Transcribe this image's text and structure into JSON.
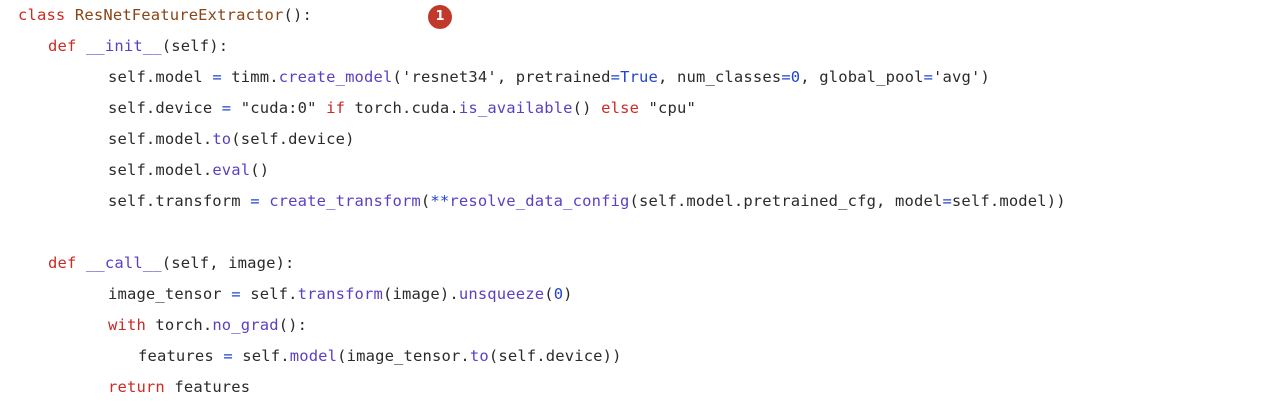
{
  "code": {
    "language": "python",
    "background_color": "#ffffff",
    "colors": {
      "plain": "#2b2b2b",
      "keyword": "#cc2a22",
      "class_name": "#8b4513",
      "function": "#5b3fc4",
      "operator": "#2244cc",
      "number": "#2244cc",
      "boolean": "#2244cc",
      "string": "#2b2b2b",
      "badge": "#c0392b"
    },
    "lines": [
      {
        "indent": 0,
        "text": "class ResNetFeatureExtractor():"
      },
      {
        "indent": 1,
        "text": "def __init__(self):"
      },
      {
        "indent": 2,
        "text": "self.model = timm.create_model('resnet34', pretrained=True, num_classes=0, global_pool='avg')"
      },
      {
        "indent": 2,
        "text": "self.device = \"cuda:0\" if torch.cuda.is_available() else \"cpu\""
      },
      {
        "indent": 2,
        "text": "self.model.to(self.device)"
      },
      {
        "indent": 2,
        "text": "self.model.eval()"
      },
      {
        "indent": 2,
        "text": "self.transform = create_transform(**resolve_data_config(self.model.pretrained_cfg, model=self.model))"
      },
      {
        "indent": 0,
        "text": ""
      },
      {
        "indent": 1,
        "text": "def __call__(self, image):"
      },
      {
        "indent": 2,
        "text": "image_tensor = self.transform(image).unsqueeze(0)"
      },
      {
        "indent": 2,
        "text": "with torch.no_grad():"
      },
      {
        "indent": 3,
        "text": "features = self.model(image_tensor.to(self.device))"
      },
      {
        "indent": 2,
        "text": "return features"
      }
    ],
    "tokens": {
      "l1": {
        "kw_class": "class",
        "class_name": "ResNetFeatureExtractor",
        "parens": "():"
      },
      "l2": {
        "kw_def": "def",
        "fn_name": "__init__",
        "rest": "(self):"
      },
      "l3": {
        "target": "self.model ",
        "op_eq": "=",
        "obj": " timm.",
        "fn_name": "create_model",
        "open": "(",
        "str_model": "'resnet34'",
        "comma1": ", ",
        "kwarg1": "pretrained",
        "eq1": "=",
        "bool_true": "True",
        "comma2": ", ",
        "kwarg2": "num_classes",
        "eq2": "=",
        "num_zero": "0",
        "comma3": ", ",
        "kwarg3": "global_pool",
        "eq3": "=",
        "str_avg": "'avg'",
        "close": ")"
      },
      "l4": {
        "target": "self.device ",
        "op_eq": "=",
        "space1": " ",
        "str_cuda": "\"cuda:0\"",
        "space2": " ",
        "kw_if": "if",
        "mid": " torch.cuda.",
        "fn_name": "is_available",
        "call": "() ",
        "kw_else": "else",
        "space3": " ",
        "str_cpu": "\"cpu\""
      },
      "l5": {
        "obj": "self.model.",
        "fn_name": "to",
        "args": "(self.device)"
      },
      "l6": {
        "obj": "self.model.",
        "fn_name": "eval",
        "args": "()"
      },
      "l7": {
        "target": "self.transform ",
        "op_eq": "=",
        "space": " ",
        "fn_outer": "create_transform",
        "open": "(",
        "op_star": "**",
        "fn_inner": "resolve_data_config",
        "args_a": "(self.model.pretrained_cfg, model",
        "eq": "=",
        "args_b": "self.model))"
      },
      "l9": {
        "kw_def": "def",
        "fn_name": "__call__",
        "rest": "(self, image):"
      },
      "l10": {
        "target": "image_tensor ",
        "op_eq": "=",
        "obj": " self.",
        "fn_transform": "transform",
        "mid": "(image).",
        "fn_unsqueeze": "unsqueeze",
        "open": "(",
        "num_zero": "0",
        "close": ")"
      },
      "l11": {
        "kw_with": "with",
        "obj": " torch.",
        "fn_name": "no_grad",
        "rest": "():"
      },
      "l12": {
        "target": "features ",
        "op_eq": "=",
        "obj": " self.",
        "fn_model": "model",
        "mid": "(image_tensor.",
        "fn_to": "to",
        "rest": "(self.device))"
      },
      "l13": {
        "kw_return": "return",
        "value": " features"
      }
    }
  },
  "annotations": [
    {
      "id": "1",
      "label": "1",
      "color": "#c0392b"
    }
  ]
}
